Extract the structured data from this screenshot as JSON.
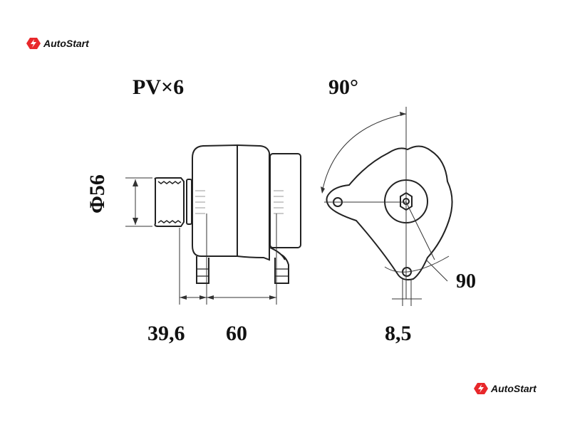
{
  "brand": {
    "name": "AutoStart",
    "color": "#e8282b"
  },
  "labels": {
    "belt": "PV×6",
    "angle": "90°",
    "pulley_diameter": "Φ56",
    "dim_front": "39,6",
    "dim_mount": "60",
    "dim_hole": "8,5",
    "dim_angle2": "90"
  }
}
